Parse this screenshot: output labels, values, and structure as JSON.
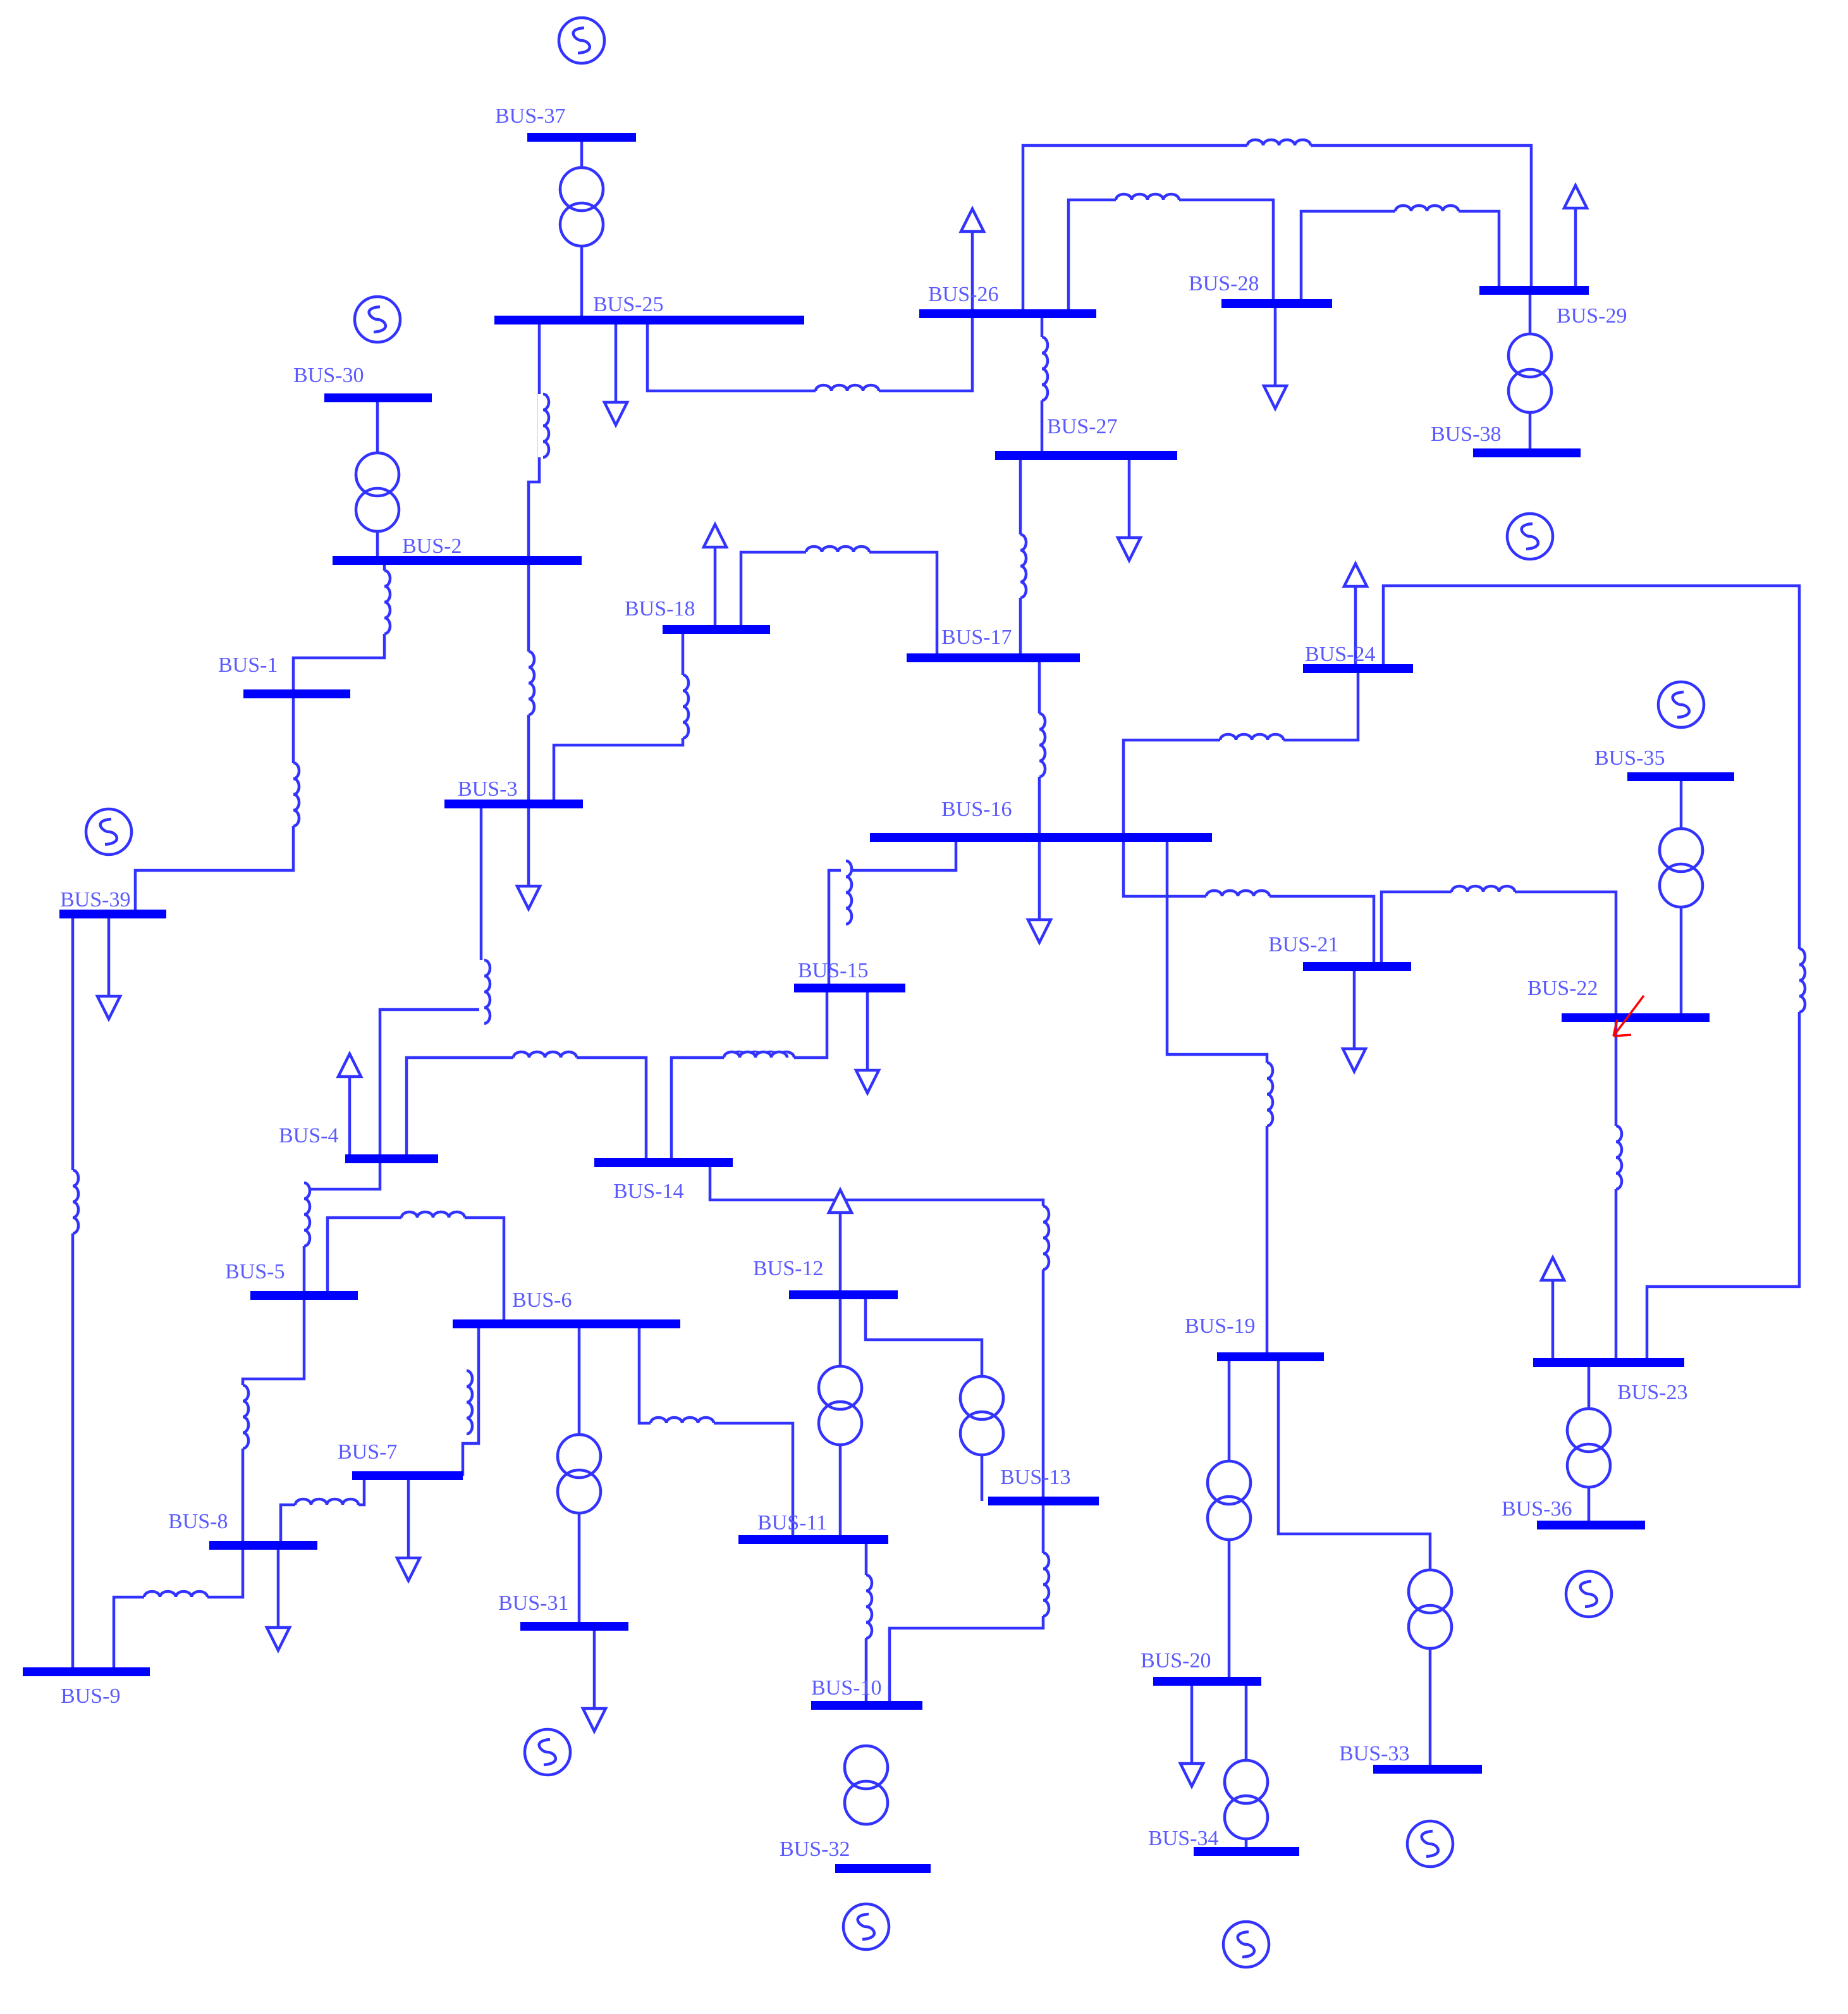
{
  "buses": [
    {
      "id": "1",
      "label": "BUS-1"
    },
    {
      "id": "2",
      "label": "BUS-2"
    },
    {
      "id": "3",
      "label": "BUS-3"
    },
    {
      "id": "4",
      "label": "BUS-4"
    },
    {
      "id": "5",
      "label": "BUS-5"
    },
    {
      "id": "6",
      "label": "BUS-6"
    },
    {
      "id": "7",
      "label": "BUS-7"
    },
    {
      "id": "8",
      "label": "BUS-8"
    },
    {
      "id": "9",
      "label": "BUS-9"
    },
    {
      "id": "10",
      "label": "BUS-10"
    },
    {
      "id": "11",
      "label": "BUS-11"
    },
    {
      "id": "12",
      "label": "BUS-12"
    },
    {
      "id": "13",
      "label": "BUS-13"
    },
    {
      "id": "14",
      "label": "BUS-14"
    },
    {
      "id": "15",
      "label": "BUS-15"
    },
    {
      "id": "16",
      "label": "BUS-16"
    },
    {
      "id": "17",
      "label": "BUS-17"
    },
    {
      "id": "18",
      "label": "BUS-18"
    },
    {
      "id": "19",
      "label": "BUS-19"
    },
    {
      "id": "20",
      "label": "BUS-20"
    },
    {
      "id": "21",
      "label": "BUS-21"
    },
    {
      "id": "22",
      "label": "BUS-22"
    },
    {
      "id": "23",
      "label": "BUS-23"
    },
    {
      "id": "24",
      "label": "BUS-24"
    },
    {
      "id": "25",
      "label": "BUS-25"
    },
    {
      "id": "26",
      "label": "BUS-26"
    },
    {
      "id": "27",
      "label": "BUS-27"
    },
    {
      "id": "28",
      "label": "BUS-28"
    },
    {
      "id": "29",
      "label": "BUS-29"
    },
    {
      "id": "30",
      "label": "BUS-30"
    },
    {
      "id": "31",
      "label": "BUS-31"
    },
    {
      "id": "32",
      "label": "BUS-32"
    },
    {
      "id": "33",
      "label": "BUS-33"
    },
    {
      "id": "34",
      "label": "BUS-34"
    },
    {
      "id": "35",
      "label": "BUS-35"
    },
    {
      "id": "36",
      "label": "BUS-36"
    },
    {
      "id": "37",
      "label": "BUS-37"
    },
    {
      "id": "38",
      "label": "BUS-38"
    },
    {
      "id": "39",
      "label": "BUS-39"
    }
  ],
  "lines": [
    [
      "1",
      "2"
    ],
    [
      "1",
      "39"
    ],
    [
      "2",
      "3"
    ],
    [
      "2",
      "25"
    ],
    [
      "3",
      "4"
    ],
    [
      "3",
      "18"
    ],
    [
      "4",
      "5"
    ],
    [
      "4",
      "14"
    ],
    [
      "5",
      "6"
    ],
    [
      "5",
      "8"
    ],
    [
      "6",
      "7"
    ],
    [
      "6",
      "11"
    ],
    [
      "7",
      "8"
    ],
    [
      "8",
      "9"
    ],
    [
      "9",
      "39"
    ],
    [
      "10",
      "11"
    ],
    [
      "10",
      "13"
    ],
    [
      "13",
      "14"
    ],
    [
      "14",
      "15"
    ],
    [
      "15",
      "16"
    ],
    [
      "16",
      "17"
    ],
    [
      "16",
      "19"
    ],
    [
      "16",
      "21"
    ],
    [
      "16",
      "24"
    ],
    [
      "17",
      "18"
    ],
    [
      "17",
      "27"
    ],
    [
      "21",
      "22"
    ],
    [
      "22",
      "23"
    ],
    [
      "23",
      "24"
    ],
    [
      "25",
      "26"
    ],
    [
      "26",
      "27"
    ],
    [
      "26",
      "28"
    ],
    [
      "26",
      "29"
    ],
    [
      "28",
      "29"
    ]
  ],
  "transformers": [
    [
      "2",
      "30"
    ],
    [
      "25",
      "37"
    ],
    [
      "29",
      "38"
    ],
    [
      "22",
      "35"
    ],
    [
      "23",
      "36"
    ],
    [
      "19",
      "20"
    ],
    [
      "19",
      "33"
    ],
    [
      "20",
      "34"
    ],
    [
      "10",
      "32"
    ],
    [
      "6",
      "31"
    ],
    [
      "12",
      "11"
    ],
    [
      "12",
      "13"
    ]
  ],
  "generators": [
    "30",
    "31",
    "32",
    "33",
    "34",
    "35",
    "36",
    "37",
    "38",
    "39"
  ],
  "loads": [
    "3",
    "4",
    "7",
    "8",
    "12",
    "15",
    "16",
    "18",
    "20",
    "21",
    "23",
    "24",
    "25",
    "26",
    "27",
    "28",
    "29",
    "31",
    "39"
  ],
  "fault_bus": "22",
  "colors": {
    "bus": "#0000ff",
    "line": "#3333ff",
    "label": "#5a5aff",
    "fault": "#ff0000"
  }
}
